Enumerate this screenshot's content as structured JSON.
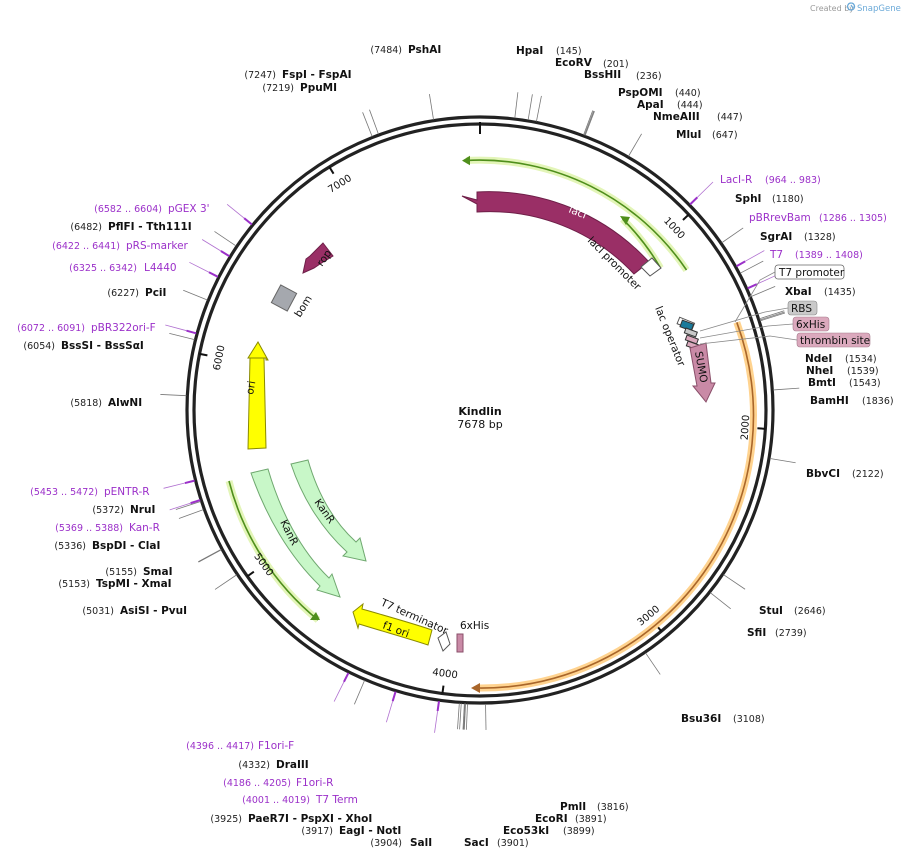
{
  "credit": {
    "prefix": "Created by",
    "brand": "SnapGene"
  },
  "plasmid": {
    "name": "Kindlin",
    "size_label": "7678 bp",
    "length": 7678
  },
  "ticks": [
    {
      "pos": 1000,
      "label": "1000"
    },
    {
      "pos": 2000,
      "label": "2000"
    },
    {
      "pos": 3000,
      "label": "3000"
    },
    {
      "pos": 4000,
      "label": "4000"
    },
    {
      "pos": 5000,
      "label": "5000"
    },
    {
      "pos": 6000,
      "label": "6000"
    },
    {
      "pos": 7000,
      "label": "7000"
    }
  ],
  "enzymes": [
    {
      "pos": 7484,
      "name": "PshAI",
      "num": "(7484)"
    },
    {
      "pos": 7247,
      "name": "FspI  -  FspAI",
      "num": "(7247)"
    },
    {
      "pos": 7219,
      "name": "PpuMI",
      "num": "(7219)"
    },
    {
      "pos": 145,
      "name": "HpaI",
      "num": "(145)"
    },
    {
      "pos": 201,
      "name": "EcoRV",
      "num": "(201)"
    },
    {
      "pos": 236,
      "name": "BssHII",
      "num": "(236)"
    },
    {
      "pos": 440,
      "name": "PspOMI",
      "num": "(440)"
    },
    {
      "pos": 444,
      "name": "ApaI",
      "num": "(444)"
    },
    {
      "pos": 447,
      "name": "NmeAIII",
      "num": "(447)"
    },
    {
      "pos": 647,
      "name": "MluI",
      "num": "(647)"
    },
    {
      "pos": 1180,
      "name": "SphI",
      "num": "(1180)"
    },
    {
      "pos": 1328,
      "name": "SgrAI",
      "num": "(1328)"
    },
    {
      "pos": 1435,
      "name": "XbaI",
      "num": "(1435)"
    },
    {
      "pos": 1534,
      "name": "NdeI",
      "num": "(1534)"
    },
    {
      "pos": 1539,
      "name": "NheI",
      "num": "(1539)"
    },
    {
      "pos": 1543,
      "name": "BmtI",
      "num": "(1543)"
    },
    {
      "pos": 1836,
      "name": "BamHI",
      "num": "(1836)"
    },
    {
      "pos": 2122,
      "name": "BbvCI",
      "num": "(2122)"
    },
    {
      "pos": 2646,
      "name": "StuI",
      "num": "(2646)"
    },
    {
      "pos": 2739,
      "name": "SfiI",
      "num": "(2739)"
    },
    {
      "pos": 3108,
      "name": "Bsu36I",
      "num": "(3108)"
    },
    {
      "pos": 3816,
      "name": "PmlI",
      "num": "(3816)"
    },
    {
      "pos": 3891,
      "name": "EcoRI",
      "num": "(3891)"
    },
    {
      "pos": 3899,
      "name": "Eco53kI",
      "num": "(3899)"
    },
    {
      "pos": 3901,
      "name": "SacI",
      "num": "(3901)"
    },
    {
      "pos": 3904,
      "name": "SalI",
      "num": "(3904)"
    },
    {
      "pos": 3917,
      "name": "EagI  -  NotI",
      "num": "(3917)"
    },
    {
      "pos": 3925,
      "name": "PaeR7I  -  PspXI  -  XhoI",
      "num": "(3925)"
    },
    {
      "pos": 4332,
      "name": "DraIII",
      "num": "(4332)"
    },
    {
      "pos": 5031,
      "name": "AsiSI  -  PvuI",
      "num": "(5031)"
    },
    {
      "pos": 5153,
      "name": "TspMI  -  XmaI",
      "num": "(5153)"
    },
    {
      "pos": 5155,
      "name": "SmaI",
      "num": "(5155)"
    },
    {
      "pos": 5336,
      "name": "BspDI  -  ClaI",
      "num": "(5336)"
    },
    {
      "pos": 5372,
      "name": "NruI",
      "num": "(5372)"
    },
    {
      "pos": 5818,
      "name": "AlwNI",
      "num": "(5818)"
    },
    {
      "pos": 6054,
      "name": "BssSI  -  BssSαI",
      "num": "(6054)"
    },
    {
      "pos": 6227,
      "name": "PciI",
      "num": "(6227)"
    },
    {
      "pos": 6482,
      "name": "PflFI  -  Tth111I",
      "num": "(6482)"
    }
  ],
  "primers": [
    {
      "pos": 973,
      "name": "LacI-R",
      "range": "(964 .. 983)"
    },
    {
      "pos": 1295,
      "name": "pBRrevBam",
      "range": "(1286 .. 1305)"
    },
    {
      "pos": 1398,
      "name": "T7",
      "range": "(1389 .. 1408)"
    },
    {
      "pos": 4406,
      "name": "F1ori-F",
      "range": "(4396 .. 4417)"
    },
    {
      "pos": 4195,
      "name": "F1ori-R",
      "range": "(4186 .. 4205)"
    },
    {
      "pos": 4010,
      "name": "T7 Term",
      "range": "(4001 .. 4019)"
    },
    {
      "pos": 5462,
      "name": "pENTR-R",
      "range": "(5453 .. 5472)"
    },
    {
      "pos": 5378,
      "name": "Kan-R",
      "range": "(5369 .. 5388)"
    },
    {
      "pos": 6081,
      "name": "pBR322ori-F",
      "range": "(6072 .. 6091)"
    },
    {
      "pos": 6333,
      "name": "L4440",
      "range": "(6325 .. 6342)"
    },
    {
      "pos": 6431,
      "name": "pRS-marker",
      "range": "(6422 .. 6441)"
    },
    {
      "pos": 6593,
      "name": "pGEX 3'",
      "range": "(6582 .. 6604)"
    }
  ],
  "boxed_labels": [
    {
      "name": "T7 promoter",
      "fill": "#ffffff"
    },
    {
      "name": "RBS",
      "fill": "#c9c9c9"
    },
    {
      "name": "6xHis",
      "fill": "#dba9bd"
    },
    {
      "name": "thrombin site",
      "fill": "#dba9bd"
    }
  ],
  "features": [
    {
      "name": "lacI",
      "color": "#9a2f66"
    },
    {
      "name": "lacI promoter",
      "color": "#ffffff"
    },
    {
      "name": "lac operator",
      "color": "#ffffff"
    },
    {
      "name": "SUMO",
      "color": "#c98aa6"
    },
    {
      "name": "rop",
      "color": "#9a2f66"
    },
    {
      "name": "bom",
      "color": "#a5a8ae"
    },
    {
      "name": "ori",
      "color": "#ffff00"
    },
    {
      "name": "KanR",
      "color": "#c8f7c8"
    },
    {
      "name": "KanR",
      "color": "#c8f7c8"
    },
    {
      "name": "T7 terminator",
      "color": "#ffffff"
    },
    {
      "name": "f1 ori",
      "color": "#ffff00"
    },
    {
      "name": "6xHis",
      "color": "#c98aa6"
    }
  ]
}
